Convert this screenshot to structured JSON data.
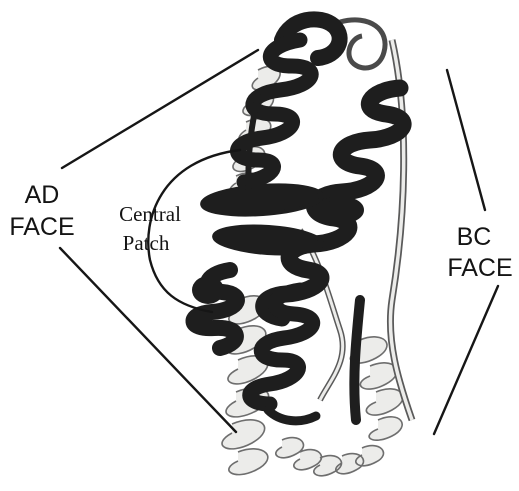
{
  "labels": {
    "ad_face_line1": "AD",
    "ad_face_line2": "FACE",
    "bc_face_line1": "BC",
    "bc_face_line2": "FACE",
    "central_patch_line1": "Central",
    "central_patch_line2": "Patch"
  },
  "colors": {
    "background": "#ffffff",
    "dark_helix": "#1e1e1e",
    "light_ribbon_fill": "#ececea",
    "light_ribbon_edge": "#6e6e6e",
    "guide_line": "#161616",
    "label_text": "#141414"
  }
}
